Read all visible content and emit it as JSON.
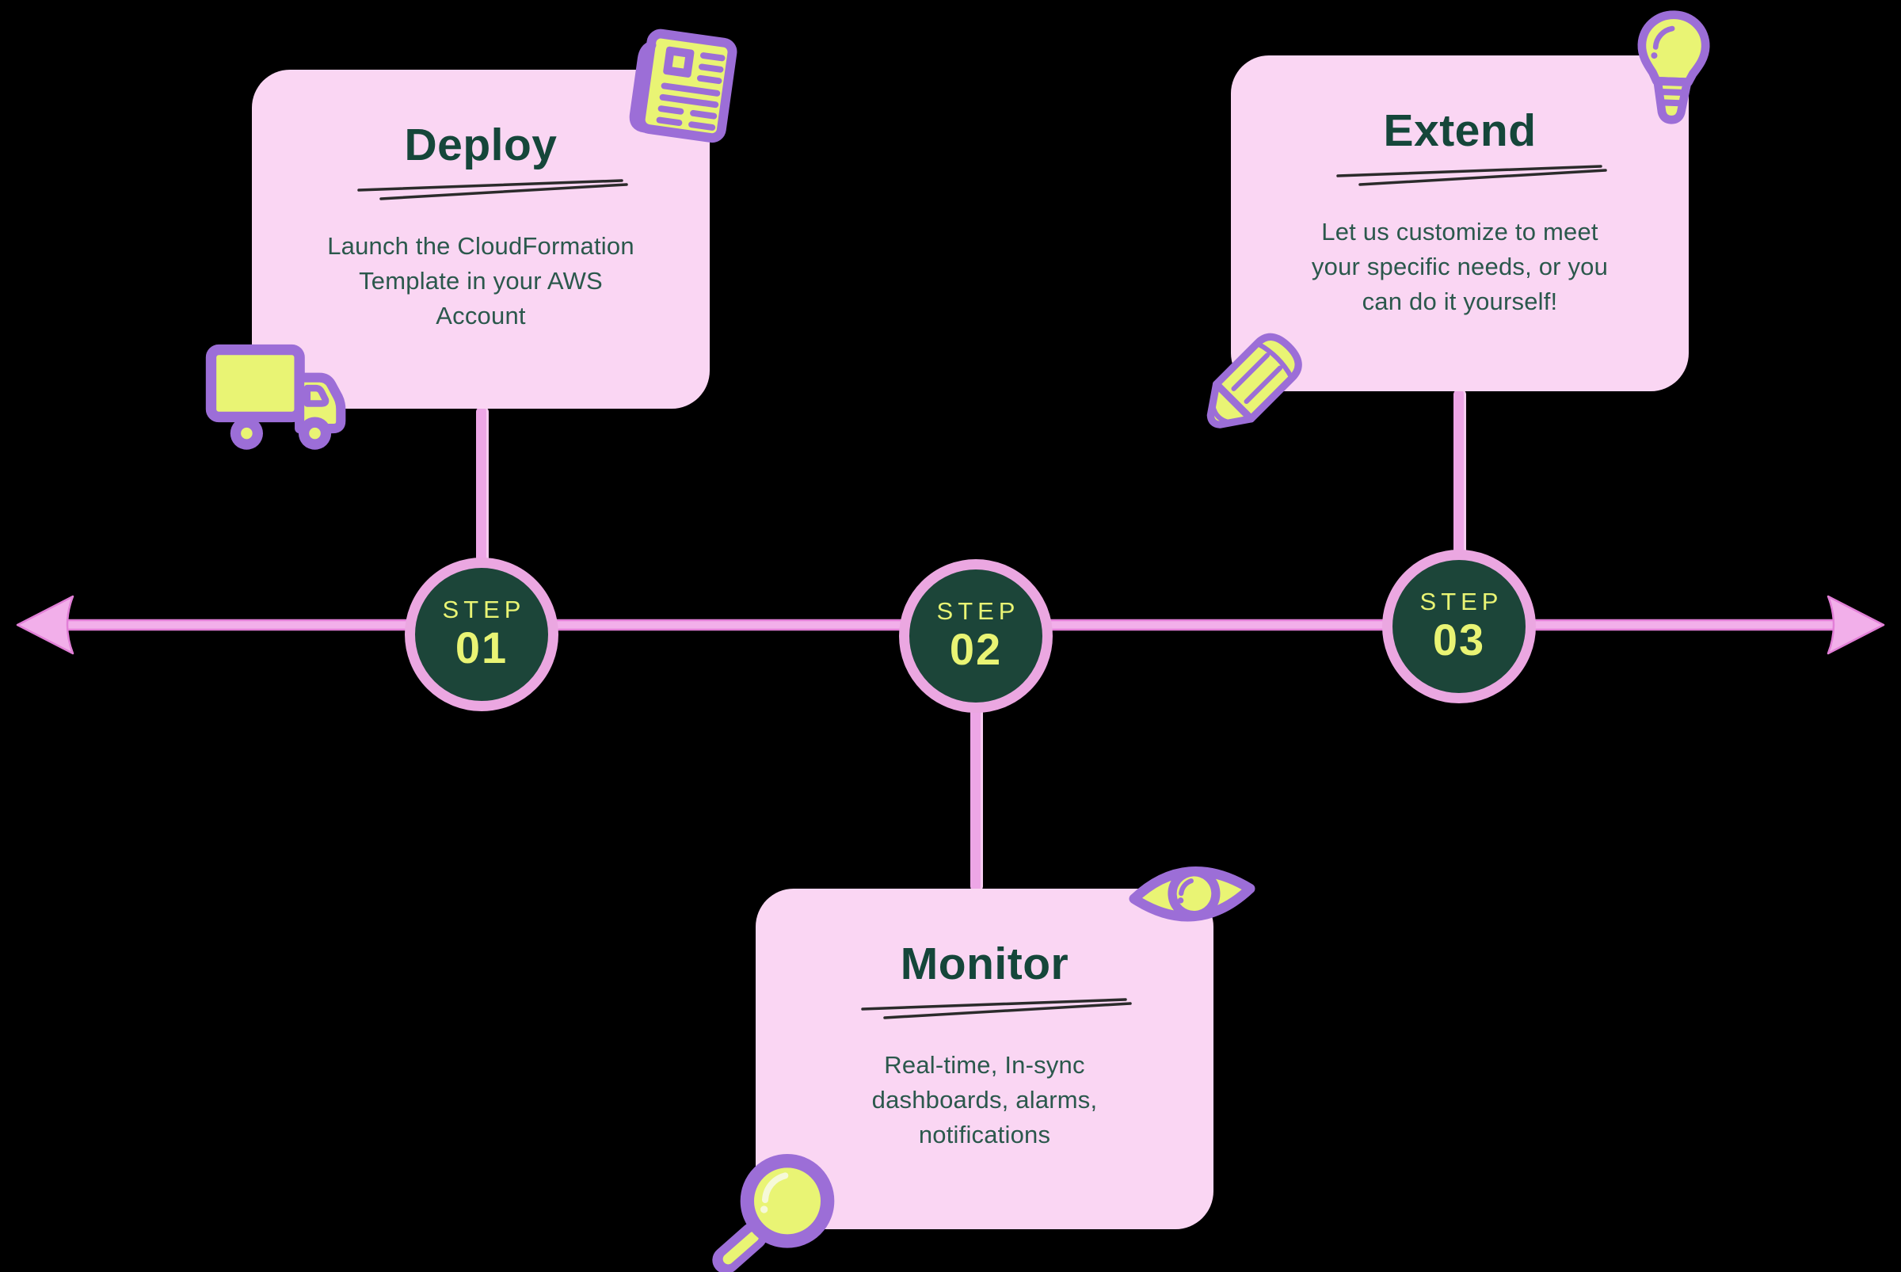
{
  "canvas": {
    "background": "#000000"
  },
  "palette": {
    "card_pink": "#FAD6F3",
    "title_green": "#15463A",
    "body_green": "#2B584C",
    "circle_green": "#1C4539",
    "accent_yellow": "#E9F474",
    "icon_purple": "#9C6ED7",
    "line_pink": "#F2AFEA",
    "line_stroke": "#E27FD7",
    "ring_pink": "#EBA7E1",
    "underline_ink": "#2B2B2B"
  },
  "timeline": {
    "direction": "horizontal",
    "arrows": [
      "left-arrowhead",
      "right-arrowhead"
    ]
  },
  "steps": [
    {
      "step_label": "STEP",
      "step_number": "01",
      "title": "Deploy",
      "body": "Launch the CloudFormation\nTemplate in your AWS\nAccount",
      "icon_top": "newspaper-icon",
      "icon_bottom": "delivery-truck-icon"
    },
    {
      "step_label": "STEP",
      "step_number": "02",
      "title": "Monitor",
      "body": "Real-time, In-sync\ndashboards, alarms,\nnotifications",
      "icon_top": "eye-icon",
      "icon_bottom": "magnifying-glass-icon"
    },
    {
      "step_label": "STEP",
      "step_number": "03",
      "title": "Extend",
      "body": "Let us customize to meet\nyour specific needs, or you\ncan do it yourself!",
      "icon_top": "lightbulb-icon",
      "icon_bottom": "pencil-icon"
    }
  ]
}
